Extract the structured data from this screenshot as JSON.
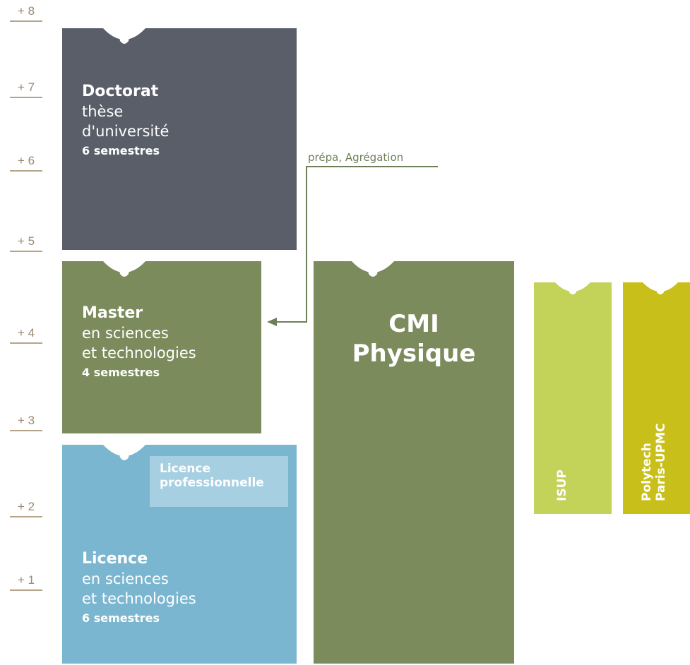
{
  "levels": [
    "+ 8",
    "+ 7",
    "+ 6",
    "+ 5",
    "+ 4",
    "+ 3",
    "+ 2",
    "+ 1"
  ],
  "doctorat": {
    "title": "Doctorat",
    "line1": "thèse",
    "line2": "d'université",
    "duration": "6 semestres",
    "color": "#5a5e68"
  },
  "master": {
    "title": "Master",
    "line1": "en sciences",
    "line2": "et technologies",
    "duration": "4 semestres",
    "color": "#7b8b5c"
  },
  "licence": {
    "title": "Licence",
    "line1": "en sciences",
    "line2": "et technologies",
    "duration": "6 semestres",
    "color": "#7ab6d0",
    "pro_line1": "Licence",
    "pro_line2": "professionnelle"
  },
  "cmi": {
    "line1": "CMI",
    "line2": "Physique",
    "color": "#7b8b5c"
  },
  "connector": {
    "label": "prépa, Agrégation",
    "color": "#6d7f58"
  },
  "isup": {
    "label": "ISUP",
    "color": "#c3d35a"
  },
  "polytech": {
    "line1": "Polytech",
    "line2": "Paris-UPMC",
    "color": "#c9bf1a"
  }
}
